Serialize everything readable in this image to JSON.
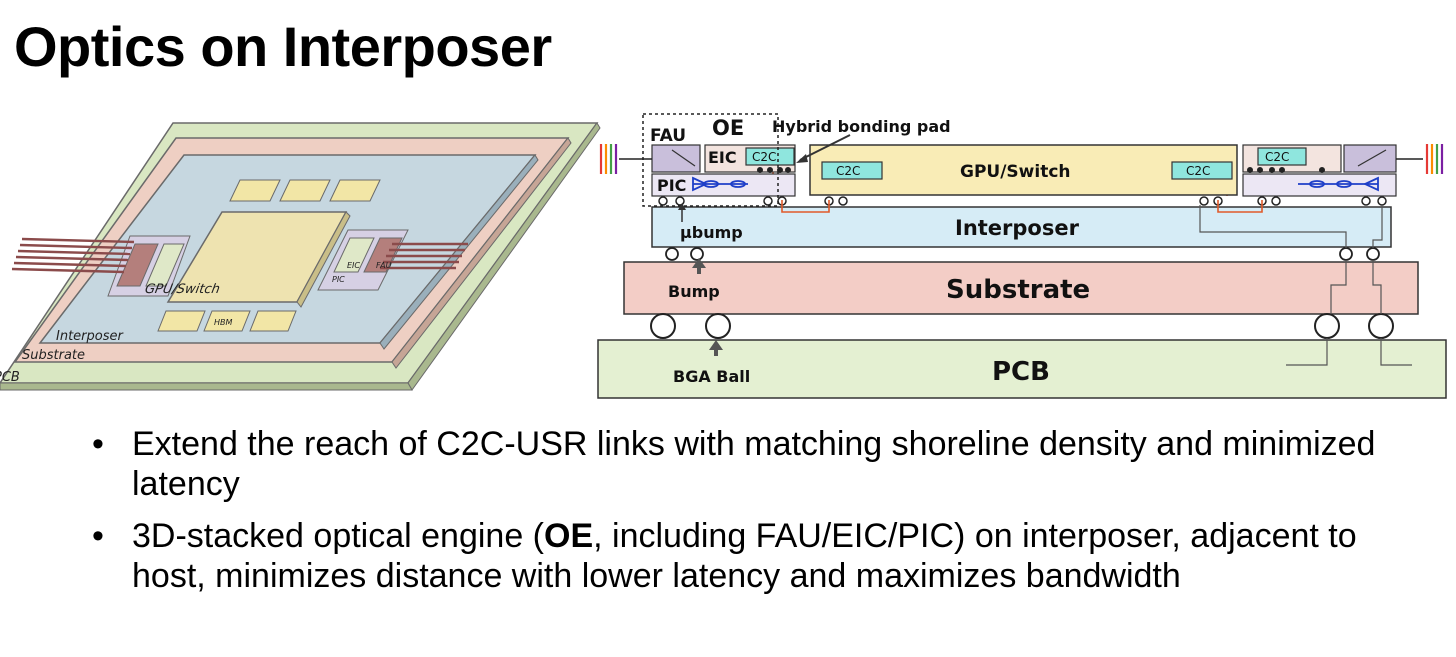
{
  "title": "Optics on Interposer",
  "left_diagram": {
    "gpu_switch": "GPU/Switch",
    "hbm": "HBM",
    "eic": "EIC",
    "fau": "FAU",
    "pic": "PIC",
    "interposer": "Interposer",
    "substrate": "Substrate",
    "pcb": "PCB"
  },
  "right_diagram": {
    "oe": "OE",
    "fau": "FAU",
    "eic": "EIC",
    "pic": "PIC",
    "c2c": "C2C",
    "hybrid_bonding_pad": "Hybrid bonding pad",
    "gpu_switch": "GPU/Switch",
    "interposer": "Interposer",
    "ubump": "µbump",
    "substrate": "Substrate",
    "bump": "Bump",
    "pcb": "PCB",
    "bga_ball": "BGA Ball"
  },
  "bullets": [
    {
      "bullet": "•",
      "text": "Extend the reach of C2C-USR links with matching shoreline density and minimized latency"
    },
    {
      "bullet": "•",
      "pre": "3D-stacked optical engine (",
      "bold": "OE",
      "post": ", including FAU/EIC/PIC) on interposer, adjacent to host, minimizes distance with lower latency and maximizes bandwidth"
    }
  ],
  "colors": {
    "pcb": "#e4f0d2",
    "substrate": "#f3cdc6",
    "interposer": "#d6ecf6",
    "gpu": "#f9ecb6",
    "c2c": "#8fe6de",
    "fau": "#c9bfdb",
    "eic": "#f3e4df",
    "pic": "#ece7f4",
    "fiber": "#8b4b4b",
    "wire": "#e05a2a"
  }
}
